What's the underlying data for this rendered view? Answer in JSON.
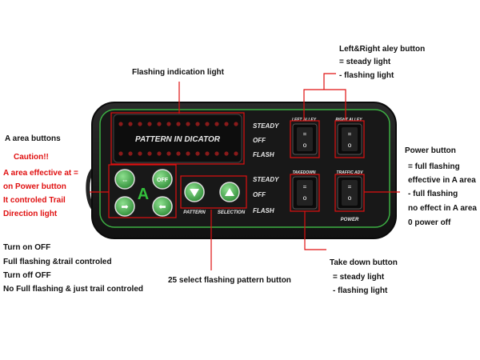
{
  "labels": {
    "flashing_indication": "Flashing indication light",
    "alley_title": "Left&Right aley button",
    "alley_steady": "= steady light",
    "alley_flashing": "- flashing light",
    "a_area_buttons": "A area buttons",
    "caution": "Caution!!",
    "caution_lines": [
      "A area effective at =",
      "on Power button",
      "It controled Trail",
      "Direction light"
    ],
    "power_title": "Power button",
    "power_lines": [
      "= full flashing",
      "effective in A area",
      "- full flashing",
      "no effect in A area",
      "0 power off"
    ],
    "turn_on_lines": [
      "Turn on OFF",
      "Full flashing &trail controled",
      "Turn off OFF",
      "No Full flashing & just trail controled"
    ],
    "select_pattern": "25 select flashing pattern button",
    "takedown_title": "Take down button",
    "takedown_steady": "= steady light",
    "takedown_flashing": "- flashing light"
  },
  "panel": {
    "display_text": "PATTERN IN DICATOR",
    "upper_modes": [
      "STEADY",
      "OFF",
      "FLASH"
    ],
    "lower_modes": [
      "STEADY",
      "OFF",
      "FLASH"
    ],
    "area_letter": "A",
    "off_label": "OFF",
    "pattern_label": "PATTERN",
    "selection_label": "SELECTION",
    "switch_left_alley": "LEFT ALLEY",
    "switch_right_alley": "RIGHT ALLEY",
    "switch_takedown": "TAKEDOWN",
    "switch_traffic": "TRAFFIC ADV",
    "power_label": "POWER"
  },
  "colors": {
    "annotation_red": "#e01010",
    "panel_green": "#3cb043",
    "button_green": "#4caf50",
    "led_red": "#8a1a1a",
    "panel_body": "#1c1c1c"
  }
}
